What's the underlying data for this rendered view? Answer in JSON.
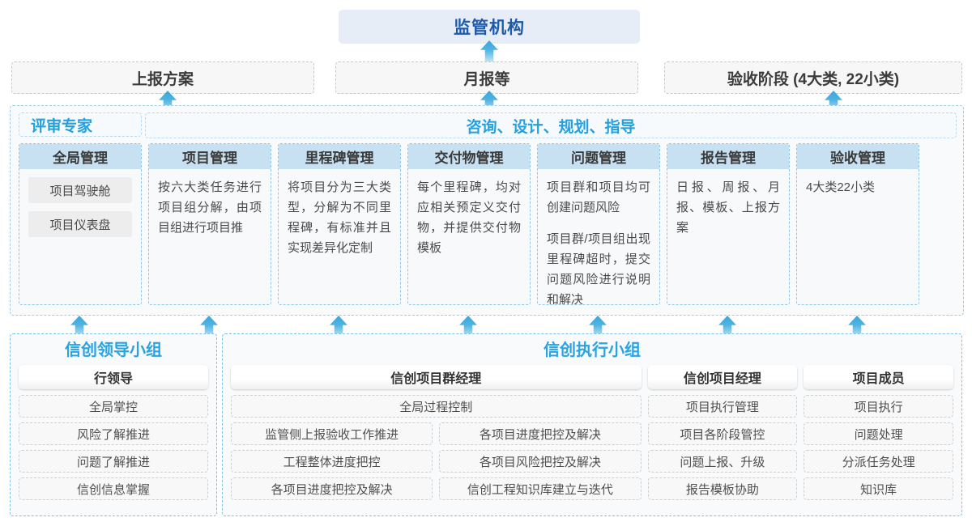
{
  "top": {
    "regulator": "监管机构",
    "deliverables": [
      "上报方案",
      "月报等",
      "验收阶段 (4大类, 22小类)"
    ]
  },
  "middle": {
    "labels": [
      "评审专家",
      "咨询、设计、规划、指导"
    ],
    "cards": [
      {
        "title": "全局管理",
        "pills": [
          "项目驾驶舱",
          "项目仪表盘"
        ],
        "paras": []
      },
      {
        "title": "项目管理",
        "pills": [],
        "paras": [
          "按六大类任务进行项目组分解，由项目组进行项目推"
        ]
      },
      {
        "title": "里程碑管理",
        "pills": [],
        "paras": [
          "将项目分为三大类型，分解为不同里程碑，有标准并且实现差异化定制"
        ]
      },
      {
        "title": "交付物管理",
        "pills": [],
        "paras": [
          "每个里程碑，均对应相关预定义交付物，并提供交付物模板"
        ]
      },
      {
        "title": "问题管理",
        "pills": [],
        "paras": [
          "项目群和项目均可创建问题风险",
          "项目群/项目组出现里程碑超时，提交问题风险进行说明和解决"
        ]
      },
      {
        "title": "报告管理",
        "pills": [],
        "paras": [
          "日报、周报、月报、模板、上报方案"
        ]
      },
      {
        "title": "验收管理",
        "pills": [],
        "paras": [
          "4大类22小类"
        ]
      }
    ]
  },
  "bottom": {
    "leading_group": {
      "title": "信创领导小组",
      "role": "行领导",
      "items": [
        "全局掌控",
        "风险了解推进",
        "问题了解推进",
        "信创信息掌握"
      ]
    },
    "execution_group": {
      "title": "信创执行小组",
      "program_manager": {
        "role": "信创项目群经理",
        "full_width_item": "全局过程控制",
        "left_items": [
          "监管侧上报验收工作推进",
          "工程整体进度把控",
          "各项目进度把控及解决"
        ],
        "right_items": [
          "各项目进度把控及解决",
          "各项目风险把控及解决",
          "信创工程知识库建立与迭代"
        ]
      },
      "project_manager": {
        "role": "信创项目经理",
        "items": [
          "项目执行管理",
          "项目各阶段管控",
          "问题上报、升级",
          "报告模板协助"
        ]
      },
      "project_member": {
        "role": "项目成员",
        "items": [
          "项目执行",
          "问题处理",
          "分派任务处理",
          "知识库"
        ]
      }
    }
  },
  "colors": {
    "regulator_bg": "#e7edf6",
    "regulator_text": "#1c5bab",
    "card_head_bg": "#c7e0f2",
    "accent_blue": "#2aa3e2",
    "arrow_blue": "#3aa6dd",
    "pill_bg": "#ededed"
  }
}
